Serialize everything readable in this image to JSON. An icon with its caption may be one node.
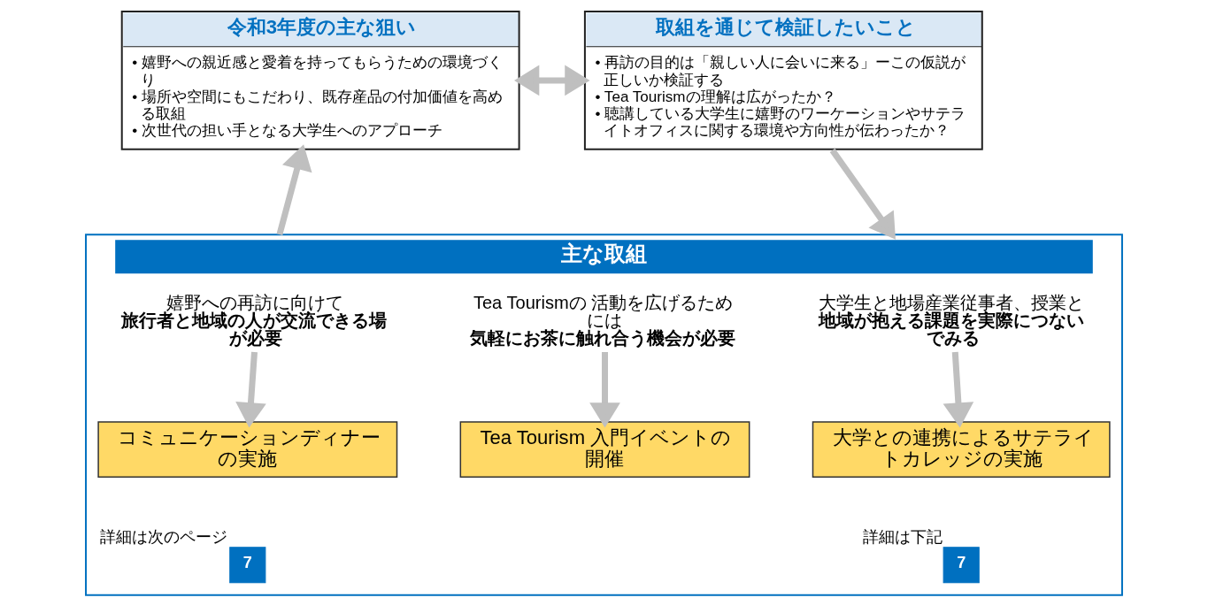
{
  "diagram": {
    "nodes": [
      {
        "text": [
          "令和3年度の主な狙い",
          "• 嬉野への親近感と愛着を持ってもらうための環境づくり",
          "• 場所や空間にもこだわり、既存産品の付加価値を高める取組",
          "• 次世代の担い手となる大学生へのアプローチ"
        ]
      },
      {
        "text": [
          "取組を通じて検証したいこと",
          "• 再訪の目的は「親しい人に会いに来る」ーこの仮説が正しいか検証する",
          "• Tea Tourismの理解は広がったか？",
          "• 聴講している大学生に嬉野のワーケーションやサテライトオフィスに関する環境や方向性が伝わったか？"
        ]
      },
      {
        "text": [
          "主な取組"
        ]
      },
      {
        "text": [
          "嬉野への再訪に向けて**旅行者と地域の人が交流できる場が必要**"
        ],
        "in": 2
      },
      {
        "text": [
          "コミュニケーションディナーの実施"
        ],
        "in": 2
      },
      {
        "text": [
          "7"
        ],
        "beside": [
          "詳細は次のページ"
        ],
        "in": 2
      },
      {
        "text": [
          "Tea Tourismの 活動を広げるためには**気軽にお茶に触れ合う機会が必要**"
        ],
        "in": 2
      },
      {
        "text": [
          "Tea Tourism 入門イベントの開催"
        ],
        "in": 2
      },
      {
        "text": [
          "大学生と地場産業従事者、授業と**地域が抱える課題を実際につないでみる**"
        ],
        "in": 2
      },
      {
        "text": [
          "大学との連携によるサテライトカレッジの実施"
        ],
        "in": 2
      },
      {
        "text": [
          "7"
        ],
        "beside": [
          "詳細は下記"
        ],
        "in": 2
      }
    ],
    "edges": [
      {
        "from": 0,
        "to": 1,
        "arrow": "both"
      },
      {
        "from": 1,
        "to": 2,
        "arrow": "to"
      },
      {
        "from": 2,
        "to": 0,
        "arrow": "to"
      },
      {
        "from": 3,
        "to": 4,
        "arrow": "to"
      },
      {
        "from": 6,
        "to": 7,
        "arrow": "to"
      },
      {
        "from": 8,
        "to": 9,
        "arrow": "to"
      }
    ]
  }
}
